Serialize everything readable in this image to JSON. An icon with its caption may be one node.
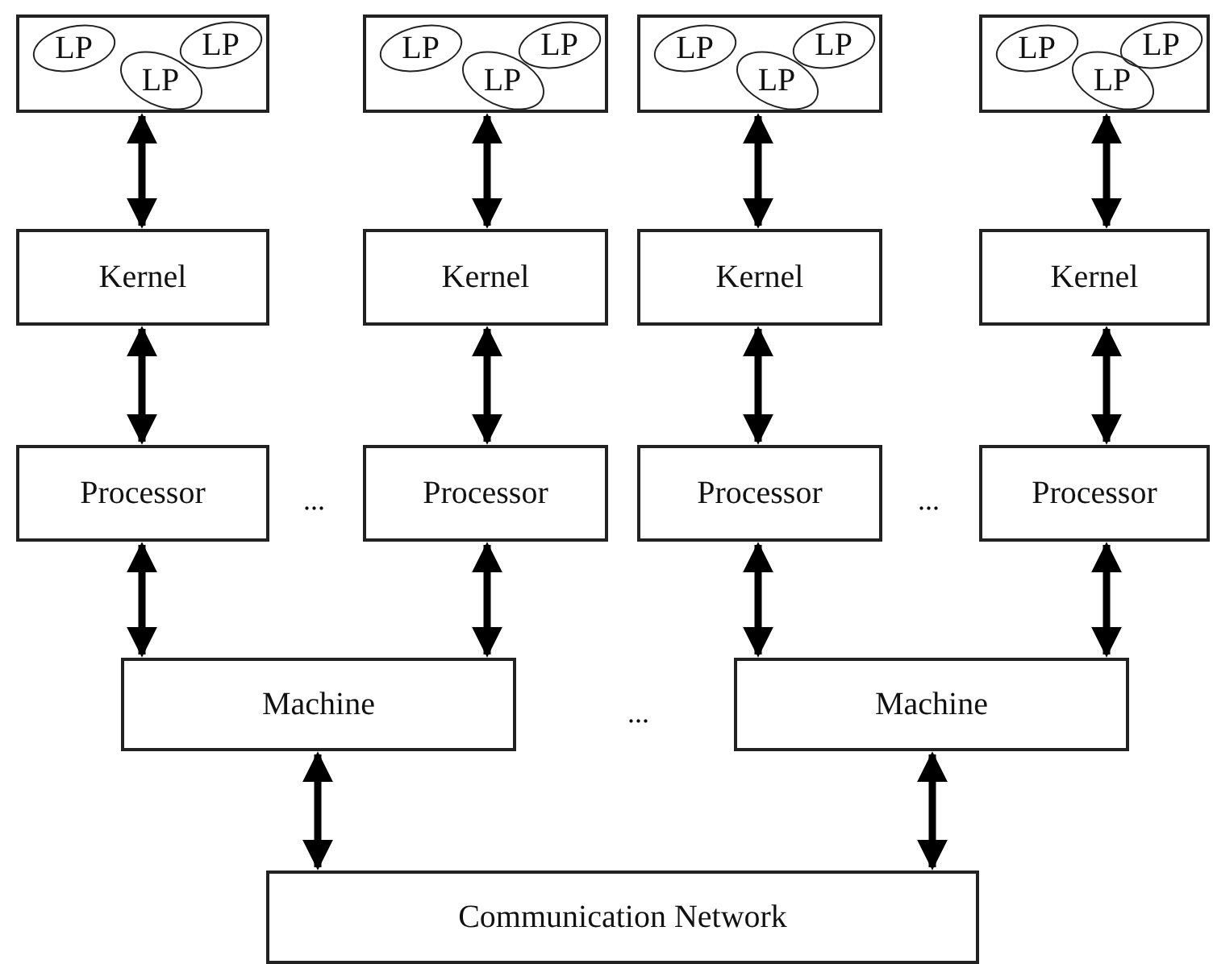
{
  "diagram": {
    "nodes": [
      {
        "text": [],
        "shape": "box"
      },
      {
        "text": [
          "LP"
        ],
        "in": 0
      },
      {
        "text": [
          "LP"
        ],
        "in": 0
      },
      {
        "text": [
          "LP"
        ],
        "in": 0
      },
      {
        "text": [],
        "shape": "box"
      },
      {
        "text": [
          "LP"
        ],
        "in": 4
      },
      {
        "text": [
          "LP"
        ],
        "in": 4
      },
      {
        "text": [
          "LP"
        ],
        "in": 4
      },
      {
        "text": [],
        "shape": "box"
      },
      {
        "text": [
          "LP"
        ],
        "in": 8
      },
      {
        "text": [
          "LP"
        ],
        "in": 8
      },
      {
        "text": [
          "LP"
        ],
        "in": 8
      },
      {
        "text": [],
        "shape": "box"
      },
      {
        "text": [
          "LP"
        ],
        "in": 12
      },
      {
        "text": [
          "LP"
        ],
        "in": 12
      },
      {
        "text": [
          "LP"
        ],
        "in": 12
      },
      {
        "text": [
          "Kernel"
        ]
      },
      {
        "text": [
          "Kernel"
        ]
      },
      {
        "text": [
          "Kernel"
        ]
      },
      {
        "text": [
          "Kernel"
        ]
      },
      {
        "text": [
          "Processor"
        ]
      },
      {
        "text": [
          "Processor"
        ]
      },
      {
        "text": [
          "Processor"
        ]
      },
      {
        "text": [
          "Processor"
        ]
      },
      {
        "text": [
          "Machine"
        ]
      },
      {
        "text": [
          "Machine"
        ]
      },
      {
        "text": [
          "Communication Network"
        ]
      }
    ],
    "edges": [
      {
        "from": 0,
        "to": 16,
        "arrow": "both"
      },
      {
        "from": 4,
        "to": 17,
        "arrow": "both"
      },
      {
        "from": 8,
        "to": 18,
        "arrow": "both"
      },
      {
        "from": 12,
        "to": 19,
        "arrow": "both"
      },
      {
        "from": 16,
        "to": 20,
        "arrow": "both"
      },
      {
        "from": 17,
        "to": 21,
        "arrow": "both"
      },
      {
        "from": 18,
        "to": 22,
        "arrow": "both"
      },
      {
        "from": 19,
        "to": 23,
        "arrow": "both"
      },
      {
        "from": 20,
        "to": 24,
        "arrow": "both"
      },
      {
        "from": 21,
        "to": 24,
        "arrow": "both"
      },
      {
        "from": 22,
        "to": 25,
        "arrow": "both"
      },
      {
        "from": 23,
        "to": 25,
        "arrow": "both"
      },
      {
        "from": 24,
        "to": 26,
        "arrow": "both"
      },
      {
        "from": 25,
        "to": 26,
        "arrow": "both"
      }
    ],
    "labels": [
      "...",
      "...",
      "..."
    ]
  }
}
